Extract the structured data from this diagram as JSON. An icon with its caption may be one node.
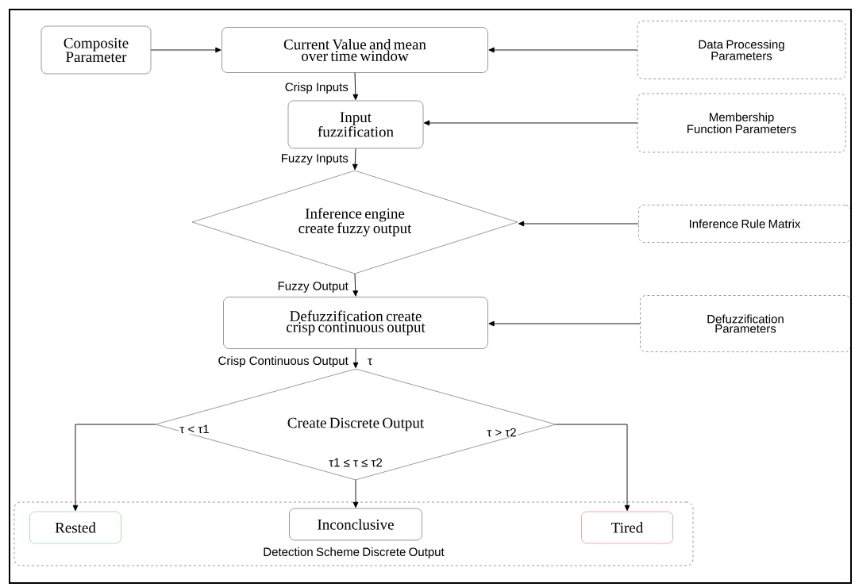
{
  "diagram": {
    "nodes": [
      {
        "text": [
          "Composite Parameter"
        ]
      },
      {
        "text": [
          "Current Value and mean over time window"
        ]
      },
      {
        "text": [
          "Data Processing Parameters"
        ]
      },
      {
        "text": [
          "Input fuzzification"
        ]
      },
      {
        "text": [
          "Membership Function Parameters"
        ]
      },
      {
        "text": [
          "Inference engine create fuzzy output"
        ]
      },
      {
        "text": [
          "Inference Rule Matrix"
        ]
      },
      {
        "text": [
          "Defuzzification create crisp continuous output"
        ]
      },
      {
        "text": [
          "Defuzzification Parameters"
        ]
      },
      {
        "text": [
          "Create Discrete Output"
        ]
      },
      {
        "text": [
          "Detection Scheme Discrete Output"
        ]
      },
      {
        "text": [
          "Rested"
        ],
        "in": 10
      },
      {
        "text": [
          "Inconclusive"
        ],
        "in": 10
      },
      {
        "text": [
          "Tired"
        ],
        "in": 10
      }
    ],
    "edges": [
      {
        "from": 0,
        "to": 1,
        "arrow": "to"
      },
      {
        "from": 2,
        "to": 1,
        "arrow": "to"
      },
      {
        "from": 1,
        "to": 3,
        "arrow": "to",
        "label": "Crisp Inputs"
      },
      {
        "from": 4,
        "to": 3,
        "arrow": "to"
      },
      {
        "from": 3,
        "to": 5,
        "arrow": "to",
        "label": "Fuzzy Inputs"
      },
      {
        "from": 6,
        "to": 5,
        "arrow": "to"
      },
      {
        "from": 5,
        "to": 7,
        "arrow": "to",
        "label": "Fuzzy Output"
      },
      {
        "from": 8,
        "to": 7,
        "arrow": "to"
      },
      {
        "from": 7,
        "to": 9,
        "arrow": "to",
        "label": "Crisp Continuous Output"
      },
      {
        "from": 9,
        "to": 11,
        "arrow": "to",
        "label": "τ < τ1"
      },
      {
        "from": 9,
        "to": 12,
        "arrow": "to",
        "label": "τ1 ≤ τ ≤ τ2"
      },
      {
        "from": 9,
        "to": 13,
        "arrow": "to",
        "label": "τ > τ2"
      }
    ],
    "labels": [
      "τ"
    ]
  }
}
